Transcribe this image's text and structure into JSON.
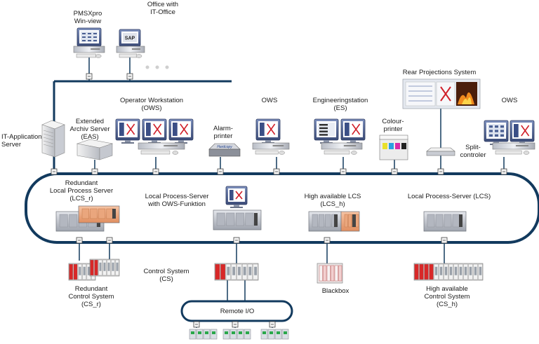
{
  "labels": {
    "pmsxpro": [
      "PMSXpro",
      "Win-view"
    ],
    "office": [
      "Office with",
      "IT-Office"
    ],
    "it_app_server": [
      "IT-Application",
      "Server"
    ],
    "eas": [
      "Extended",
      "Archiv Server",
      "(EAS)"
    ],
    "ows_main": [
      "Operator Workstation",
      "(OWS)"
    ],
    "alarm_printer": [
      "Alarm-",
      "printer"
    ],
    "ows_center": [
      "OWS"
    ],
    "es": [
      "Engineeringstation",
      "(ES)"
    ],
    "colour_printer": [
      "Colour-",
      "printer"
    ],
    "rear_projection": [
      "Rear Projections System"
    ],
    "split_controller": [
      "Split-",
      "controler"
    ],
    "ows_right": [
      "OWS"
    ],
    "redundant_lps": [
      "Redundant",
      "Local Process Server",
      "(LCS_r)"
    ],
    "lps_ows": [
      "Local Process-Server",
      "with OWS-Funktion"
    ],
    "ha_lcs": [
      "High available LCS",
      "(LCS_h)"
    ],
    "lps_lcs": [
      "Local Process-Server (LCS)"
    ],
    "control_system": [
      "Control System",
      "(CS)"
    ],
    "redundant_cs": [
      "Redundant",
      "Control System",
      "(CS_r)"
    ],
    "blackbox": [
      "Blackbox"
    ],
    "ha_cs": [
      "High available",
      "Control System",
      "(CS_h)"
    ],
    "remote_io": [
      "Remote I/O"
    ],
    "printer_brand": "Hardcopy"
  },
  "colors": {
    "bus": "#123a5e",
    "monitor_frame": "#5a6e9c",
    "screen": "#ffffff",
    "x_mark": "#d0202a",
    "server_gray": "#c9ccd3",
    "server_orange": "#f0b088",
    "plc_red": "#d82828"
  }
}
